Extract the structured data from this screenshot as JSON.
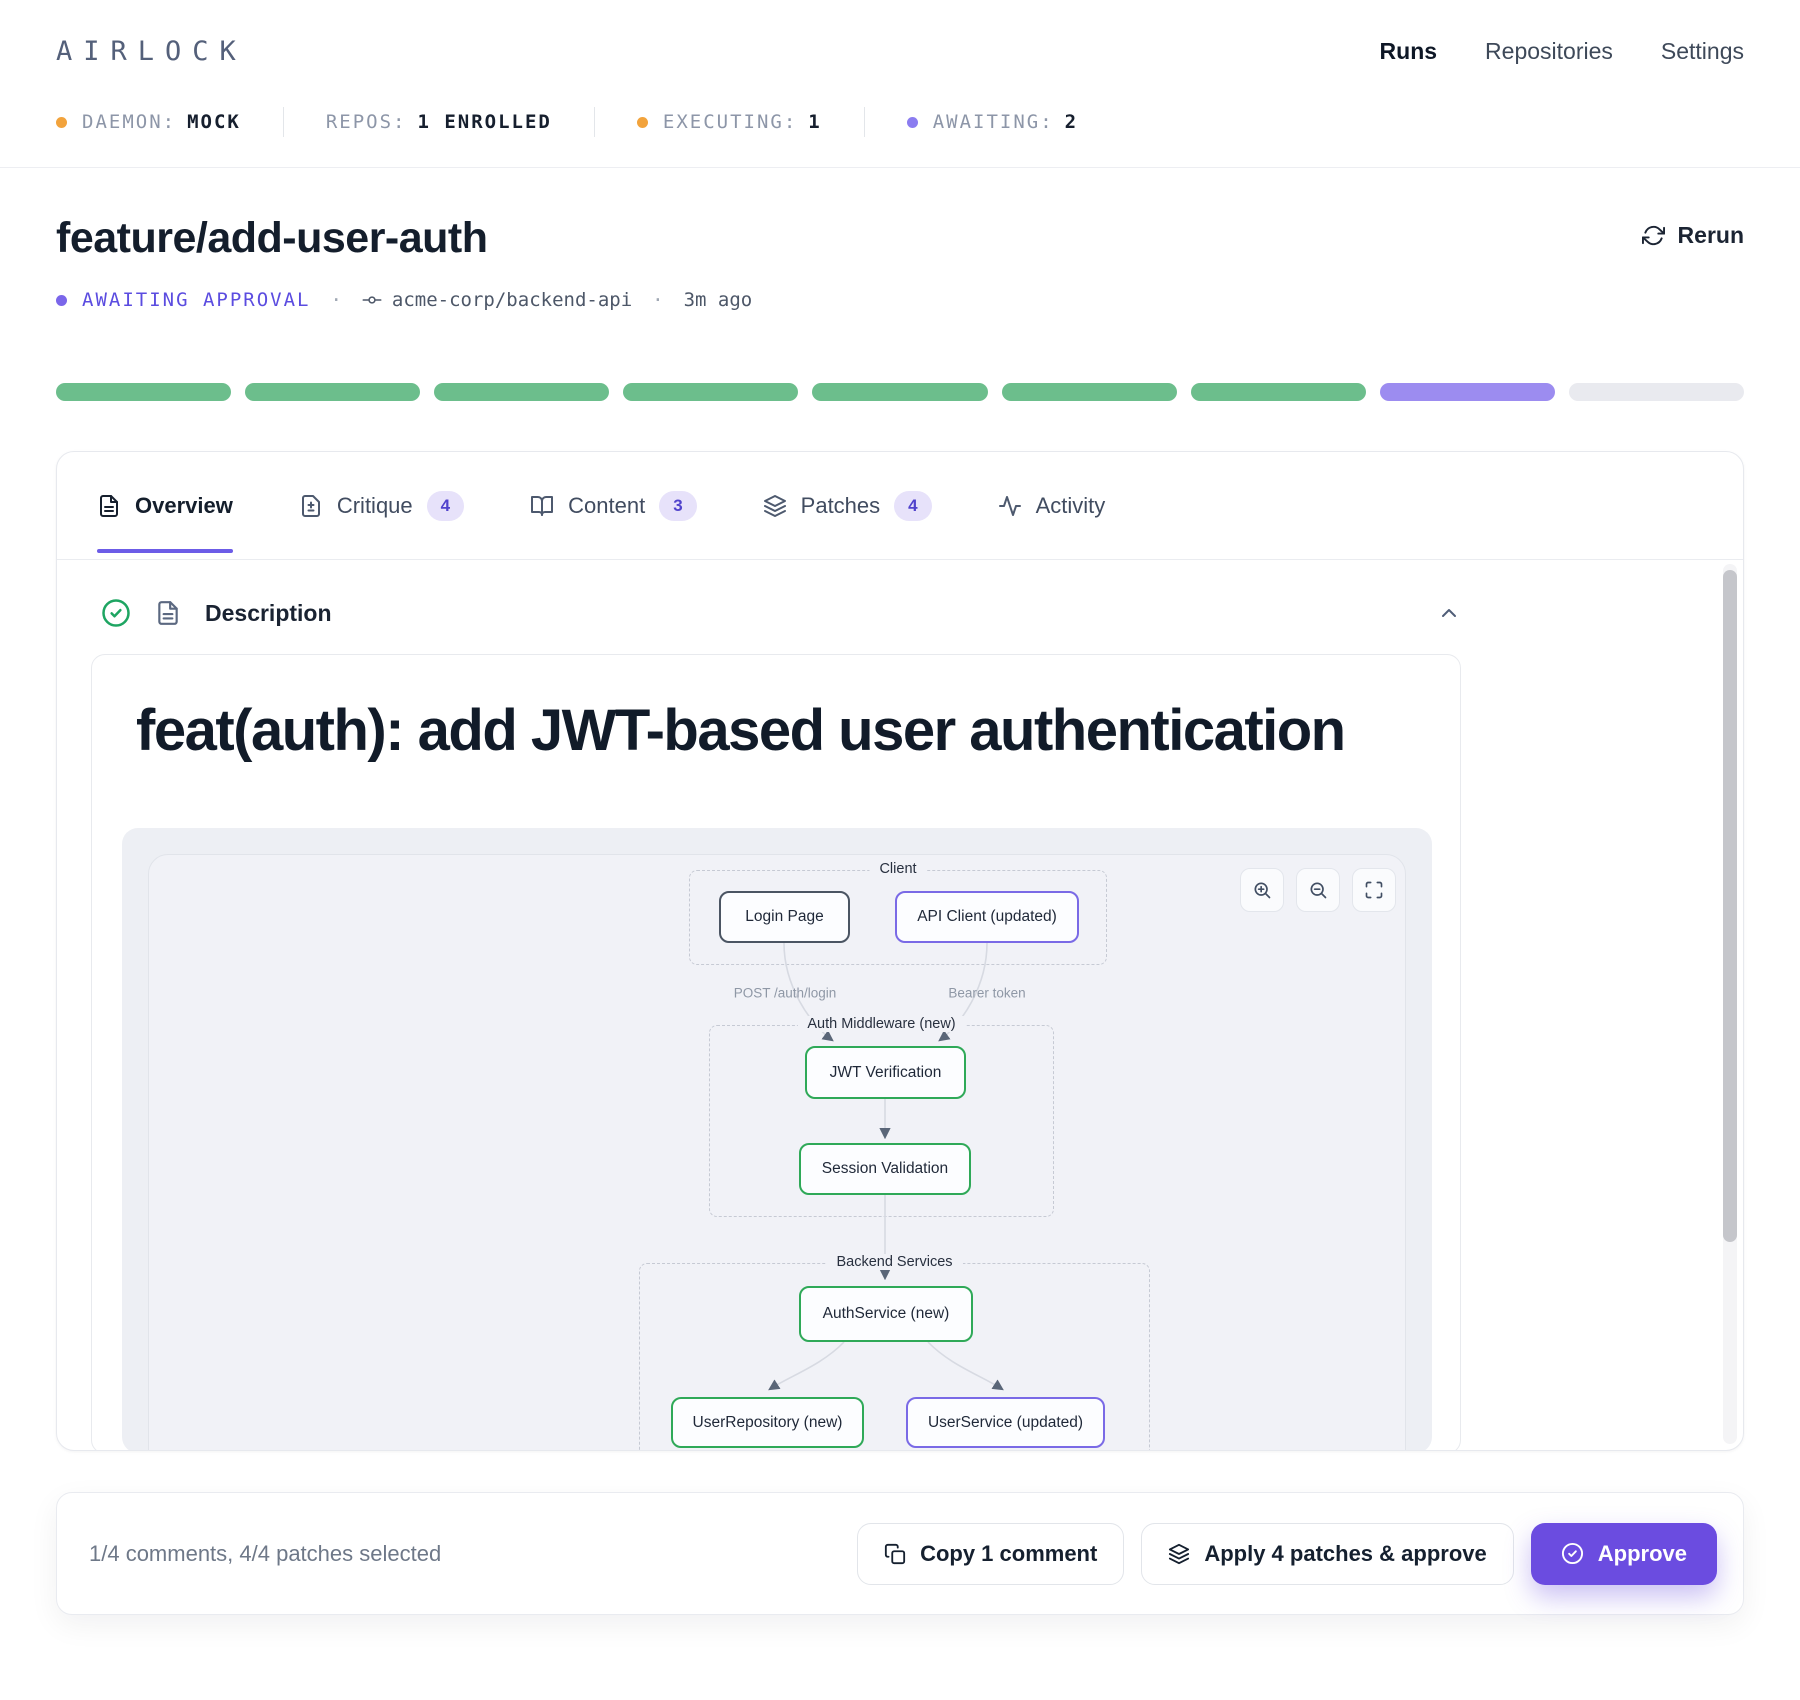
{
  "brand": "AIRLOCK",
  "nav": {
    "runs": "Runs",
    "repositories": "Repositories",
    "settings": "Settings"
  },
  "status_bar": {
    "daemon_label": "DAEMON:",
    "daemon_value": "MOCK",
    "repos_label": "REPOS:",
    "repos_value": "1 ENROLLED",
    "executing_label": "EXECUTING:",
    "executing_value": "1",
    "awaiting_label": "AWAITING:",
    "awaiting_value": "2"
  },
  "run": {
    "title": "feature/add-user-auth",
    "status": "AWAITING APPROVAL",
    "repo": "acme-corp/backend-api",
    "time": "3m ago",
    "rerun": "Rerun",
    "dot_sep": "·"
  },
  "progress": {
    "statuses": [
      "done",
      "done",
      "done",
      "done",
      "done",
      "done",
      "done",
      "current",
      "pending"
    ],
    "colors": {
      "done": "#6cbe8c",
      "current": "#9c8cf0",
      "pending": "#e9eaef"
    }
  },
  "tabs": {
    "overview": {
      "label": "Overview"
    },
    "critique": {
      "label": "Critique",
      "badge": "4"
    },
    "content": {
      "label": "Content",
      "badge": "3"
    },
    "patches": {
      "label": "Patches",
      "badge": "4"
    },
    "activity": {
      "label": "Activity"
    }
  },
  "overview": {
    "section": "Description",
    "heading": "feat(auth): add JWT-based user authentication",
    "diagram": {
      "groups": {
        "client": "Client",
        "middleware": "Auth Middleware (new)",
        "backend": "Backend Services"
      },
      "nodes": {
        "login": "Login Page",
        "api": "API Client (updated)",
        "jwt": "JWT Verification",
        "session": "Session Validation",
        "authsvc": "AuthService (new)",
        "userrepo": "UserRepository (new)",
        "usersvc": "UserService (updated)"
      },
      "edges": {
        "post": "POST /auth/login",
        "bearer": "Bearer token"
      }
    }
  },
  "footer": {
    "summary": "1/4 comments, 4/4 patches selected",
    "copy": "Copy 1 comment",
    "apply": "Apply 4 patches & approve",
    "approve": "Approve"
  },
  "colors": {
    "accent_purple": "#6b4ce0",
    "status_violet": "#5b4ce0",
    "tab_underline": "#6c5ce7",
    "node_green": "#2fa958",
    "node_violet": "#7a6ae6",
    "node_slate": "#4b5563",
    "amber_dot": "#f2a33c",
    "awaiting_dot": "#8b7cf0",
    "progress_done": "#6cbe8c",
    "progress_current": "#9c8cf0",
    "progress_pending": "#e9eaef"
  }
}
